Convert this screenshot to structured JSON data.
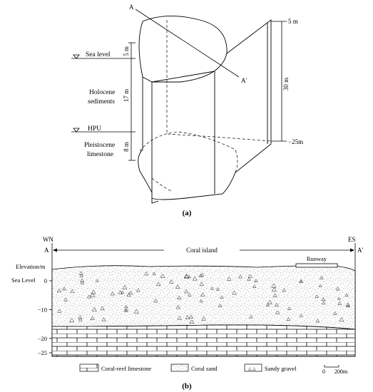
{
  "panel_a": {
    "label": "(a)",
    "section_start": "A",
    "section_end": "A'",
    "sea_level": "Sea level",
    "holocene_line1": "Holocene",
    "holocene_line2": "sediments",
    "hpu": "HPU",
    "pleistocene_line1": "Pleistocene",
    "pleistocene_line2": "limestone",
    "dim_5m": "5 m",
    "dim_17m": "17 m",
    "dim_8m": "8 m",
    "dim_30m": "30 m",
    "top_elev": "5 m",
    "bottom_elev": "−25m"
  },
  "panel_b": {
    "label": "(b)",
    "left_dir": "WN",
    "right_dir": "ES",
    "left_section": "A",
    "right_section": "A'",
    "span_label": "Coral island",
    "runway": "Runway",
    "elevation_label": "Elevation/m",
    "sea_level": "Sea Level",
    "ticks": [
      {
        "value": 0,
        "label": "0"
      },
      {
        "value": -10,
        "label": "−10"
      },
      {
        "value": -20,
        "label": "−20"
      },
      {
        "value": -25,
        "label": "−25"
      }
    ],
    "legend": {
      "limestone": "Coral-reef  limestone",
      "coral_sand": "Coral sand",
      "sandy_gravel": "Sandy gravel"
    },
    "scale_zero": "0",
    "scale_label": "200m"
  }
}
